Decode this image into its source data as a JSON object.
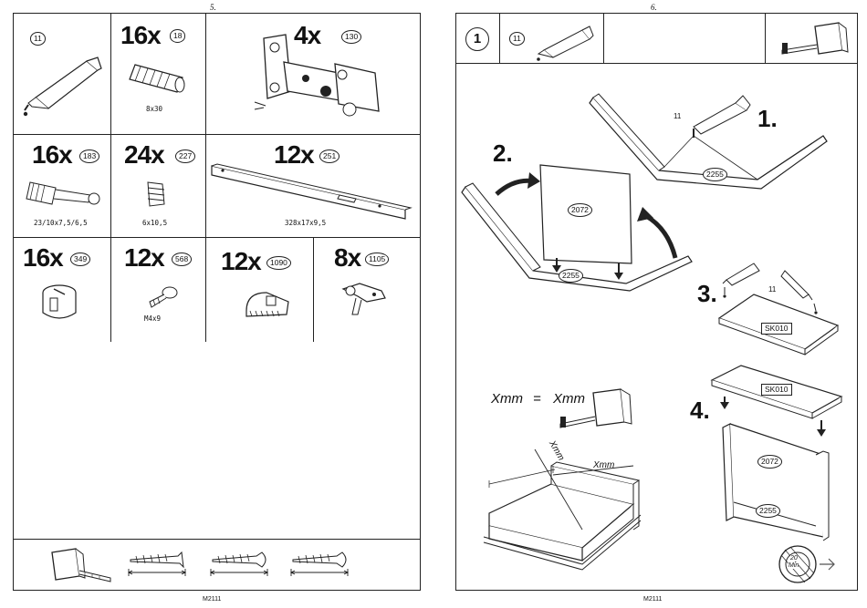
{
  "left_page": {
    "page_number": "5.",
    "footer_code": "M2111",
    "parts": [
      {
        "qty": "",
        "code": "11",
        "dims": ""
      },
      {
        "qty": "16x",
        "code": "18",
        "dims": "8x30"
      },
      {
        "qty": "4x",
        "code": "130",
        "dims": ""
      },
      {
        "qty": "16x",
        "code": "183",
        "dims": "23/10x7,5/6,5"
      },
      {
        "qty": "24x",
        "code": "227",
        "dims": "6x10,5"
      },
      {
        "qty": "12x",
        "code": "251",
        "dims": "328x17x9,5"
      },
      {
        "qty": "16x",
        "code": "349",
        "dims": ""
      },
      {
        "qty": "12x",
        "code": "568",
        "dims": "M4x9"
      },
      {
        "qty": "12x",
        "code": "1090",
        "dims": ""
      },
      {
        "qty": "8x",
        "code": "1105",
        "dims": ""
      }
    ],
    "tools": [
      "tape-measure-icon",
      "screw-icon",
      "screw-icon",
      "screw-icon"
    ]
  },
  "right_page": {
    "page_number": "6.",
    "footer_code": "M2111",
    "header": {
      "step": "1",
      "code": "11"
    },
    "steps": [
      {
        "label": "1.",
        "glue_code": "11",
        "panel": "2255"
      },
      {
        "label": "2.",
        "panel_back": "2072",
        "panel_side": "2255"
      },
      {
        "label": "3.",
        "glue_code": "11",
        "panel": "SK010"
      },
      {
        "label": "4.",
        "top": "SK010",
        "back": "2072",
        "bottom": "2255"
      }
    ],
    "measure": {
      "formula_left": "Xmm",
      "equals": "=",
      "formula_right": "Xmm",
      "diag": "Xmm",
      "width": "Xmm"
    },
    "timer": {
      "value": "20",
      "unit": "Min"
    }
  }
}
